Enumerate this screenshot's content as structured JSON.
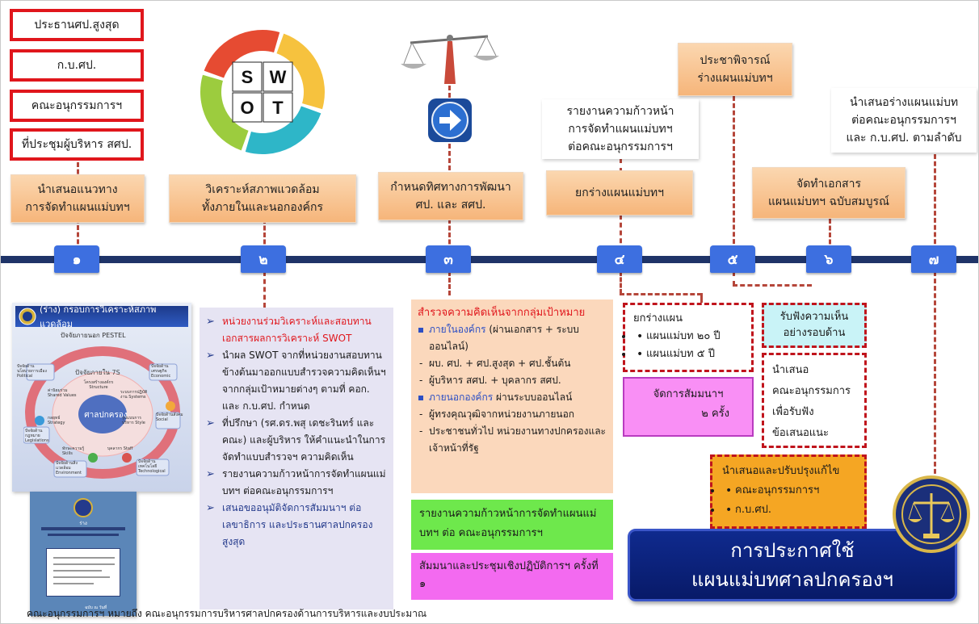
{
  "left_stack": [
    "ประธานศป.สูงสุด",
    "ก.บ.ศป.",
    "คณะอนุกรรมการฯ",
    "ที่ประชุมผู้บริหาร สศป."
  ],
  "steps": [
    {
      "num": "๑",
      "label": "นำเสนอแนวทาง\nการจัดทำแผนแม่บทฯ"
    },
    {
      "num": "๒",
      "label": "วิเคราะห์สภาพแวดล้อม\nทั้งภายในและนอกองค์กร"
    },
    {
      "num": "๓",
      "label": "กำหนดทิศทางการพัฒนา\nศป. และ สศป."
    },
    {
      "num": "๔",
      "label": "ยกร่างแผนแม่บทฯ"
    },
    {
      "num": "๕",
      "label": "ประชาพิจารณ์\nร่างแผนแม่บทฯ"
    },
    {
      "num": "๖",
      "label": "จัดทำเอกสาร\nแผนแม่บทฯ ฉบับสมบูรณ์"
    },
    {
      "num": "๗",
      "label": "นำเสนอร่างแผนแม่บท\nต่อคณะอนุกรรมการฯ\nและ ก.บ.ศป. ตามลำดับ"
    }
  ],
  "progress_report_top": "รายงานความก้าวหน้า\nการจัดทำแผนแม่บทฯ\nต่อคณะอนุกรรมการฯ",
  "swot": {
    "s": "S",
    "w": "W",
    "o": "O",
    "t": "T"
  },
  "pestel": {
    "title": "(ร่าง) กรอบการวิเคราะห์สภาพแวดล้อม",
    "outer": "ปัจจัยภายนอก PESTEL",
    "inner": "ปัจจัยภายใน 7S",
    "center": "ศาลปกครอง",
    "labels": [
      "ปัจจัยด้านนโยบายการเมือง Political",
      "ปัจจัยด้านเศรษฐกิจ Economic",
      "ปัจจัยด้านสังคม Social",
      "ปัจจัยด้านเทคโนโลยี Technological",
      "ปัจจัยด้านสิ่งแวดล้อม Environment",
      "ปัจจัยด้านกฎหมาย Legislations"
    ],
    "seven_s": [
      "โครงสร้างองค์กร Structure",
      "ระบบการปฏิบัติงาน Systems",
      "รูปแบบการบริหาร Style",
      "บุคลากร Staff",
      "ทักษะความรู้ Skills",
      "กลยุทธ์ Strategy",
      "ค่านิยมร่วม Shared Values"
    ]
  },
  "doc_cover": {
    "heading": "ร่าง",
    "footer": "ฉบับ ณ วันที่"
  },
  "step2_items": [
    {
      "text": "หน่วยงานร่วมวิเคราะห์และสอบทานเอกสารผลการวิเคราะห์ SWOT",
      "color": "#e0161c"
    },
    {
      "text": "นำผล SWOT จากที่หน่วยงานสอบทานข้างต้นมาออกแบบสำรวจความคิดเห็นฯ จากกลุ่มเป้าหมายต่างๆ ตามที่ คอก. และ ก.บ.ศป. กำหนด",
      "color": "#1a1a1a"
    },
    {
      "text": "ที่ปรึกษา (รศ.ดร.พสุ เดชะรินทร์ และคณะ) และผู้บริหาร ให้คำแนะนำในการจัดทำแบบสำรวจฯ ความคิดเห็น",
      "color": "#1a1a1a"
    },
    {
      "text": "รายงานความก้าวหน้าการจัดทำแผนแม่บทฯ ต่อคณะอนุกรรมการฯ",
      "color": "#1a1a1a"
    },
    {
      "text": "เสนอขออนุมัติจัดการสัมมนาฯ ต่อเลขาธิการ และประธานศาลปกครองสูงสุด",
      "color": "#243a8c"
    }
  ],
  "step3_panel": {
    "title": "สำรวจความคิดเห็นจากกลุ่มเป้าหมาย",
    "internal_head": "ภายในองค์กร",
    "internal_rest": " (ผ่านเอกสาร + ระบบออนไลน์)",
    "internal_items": [
      "ผบ. ศป. + ศป.สูงสุด + ศป.ชั้นต้น",
      "ผู้บริหาร สศป. + บุคลากร สศป."
    ],
    "external_head": "ภายนอกองค์กร",
    "external_rest": " ผ่านระบบออนไลน์",
    "external_items": [
      "ผู้ทรงคุณวุฒิจากหน่วยงานภายนอก",
      "ประชาชนทั่วไป หน่วยงานทางปกครองและเจ้าหน้าที่รัฐ"
    ]
  },
  "green_box": "รายงานความก้าวหน้าการจัดทำแผนแม่บทฯ ต่อ คณะอนุกรรมการฯ",
  "magenta_box": "สัมมนาและประชุมเชิงปฏิบัติการฯ ครั้งที่ ๑",
  "draft_box": {
    "title": "ยกร่างแผน",
    "items": [
      "แผนแม่บท ๒๐ ปี",
      "แผนแม่บท ๕ ปี"
    ]
  },
  "seminar_box": {
    "line1": "จัดการสัมมนาฯ",
    "line2": "๒ ครั้ง"
  },
  "hearing_box": "รับฟังความเห็น\nอย่างรอบด้าน",
  "propose_box": "นำเสนอ\nคณะอนุกรรมการ\nเพื่อรับฟัง\nข้อเสนอแนะ",
  "improve_box": {
    "title": "นำเสนอและปรับปรุงแก้ไข",
    "items": [
      "คณะอนุกรรมการฯ",
      "ก.บ.ศป."
    ]
  },
  "announce": {
    "line1": "การประกาศใช้",
    "line2": "แผนแม่บทศาลปกครองฯ"
  },
  "footnote": "คณะอนุกรรมการฯ หมายถึง คณะอนุกรรมการบริหารศาลปกครองด้านการบริหารและงบประมาณ",
  "colors": {
    "timeline": "#1f3468",
    "badge": "#3d6fe0",
    "step_box": "#f7bf8a",
    "red": "#e0161c",
    "green": "#6ee84c",
    "magenta": "#f36af0",
    "cyan": "#c9f3f7",
    "pink": "#f98ff5",
    "orange": "#f5a623",
    "navy": "#0e1f7a"
  }
}
